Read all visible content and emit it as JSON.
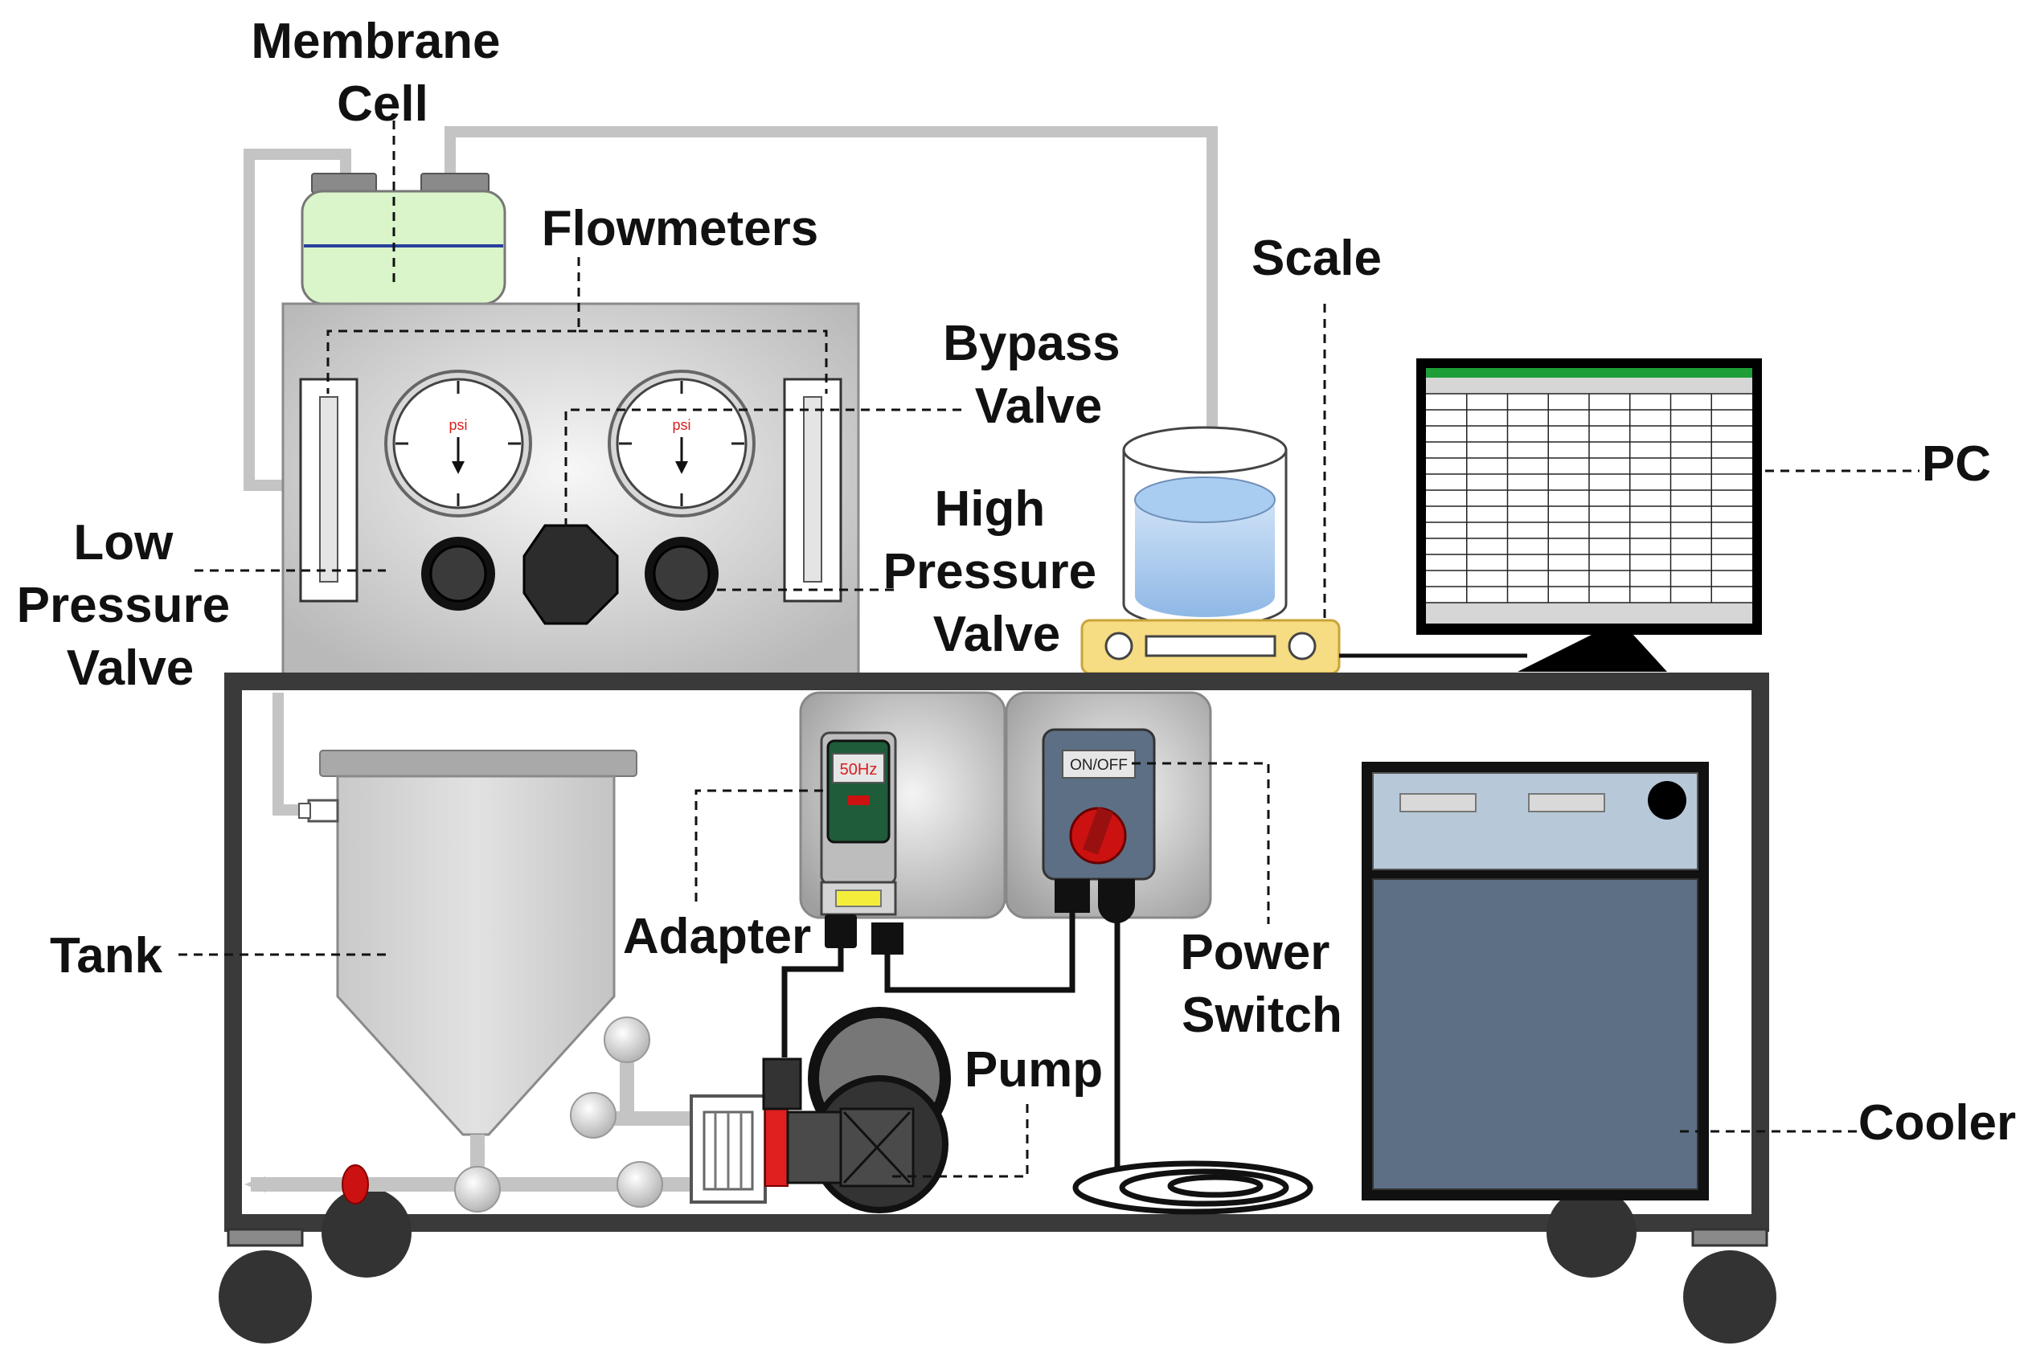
{
  "labels": {
    "membrane_cell": [
      "Membrane",
      "Cell"
    ],
    "flowmeters": "Flowmeters",
    "bypass_valve": [
      "Bypass",
      "Valve"
    ],
    "scale": "Scale",
    "pc": "PC",
    "low_pressure_valve": [
      "Low",
      "Pressure",
      "Valve"
    ],
    "high_pressure_valve": [
      "High",
      "Pressure",
      "Valve"
    ],
    "tank": "Tank",
    "adapter": "Adapter",
    "power_switch": [
      "Power",
      "Switch"
    ],
    "pump": "Pump",
    "cooler": "Cooler"
  },
  "gauges": {
    "unit": "psi"
  },
  "adapter_display": "50Hz",
  "switch_label": "ON/OFF",
  "colors": {
    "membrane_fill": "#d9f5c9",
    "membrane_line": "#2a3f9e",
    "panel": "#d6d6d6",
    "frame": "#3a3a3a",
    "pipe": "#c4c4c4",
    "water": "#9ec8ee",
    "scale_body": "#f6dc82",
    "screen_bar": "#1d9e36",
    "cooler_top": "#b7c9d9",
    "cooler_body": "#5d6f84",
    "gauge_red": "#d62020",
    "knob_red": "#cc1111",
    "adapter_green": "#1f5c3a",
    "adapter_yellow": "#f4ee3b"
  }
}
